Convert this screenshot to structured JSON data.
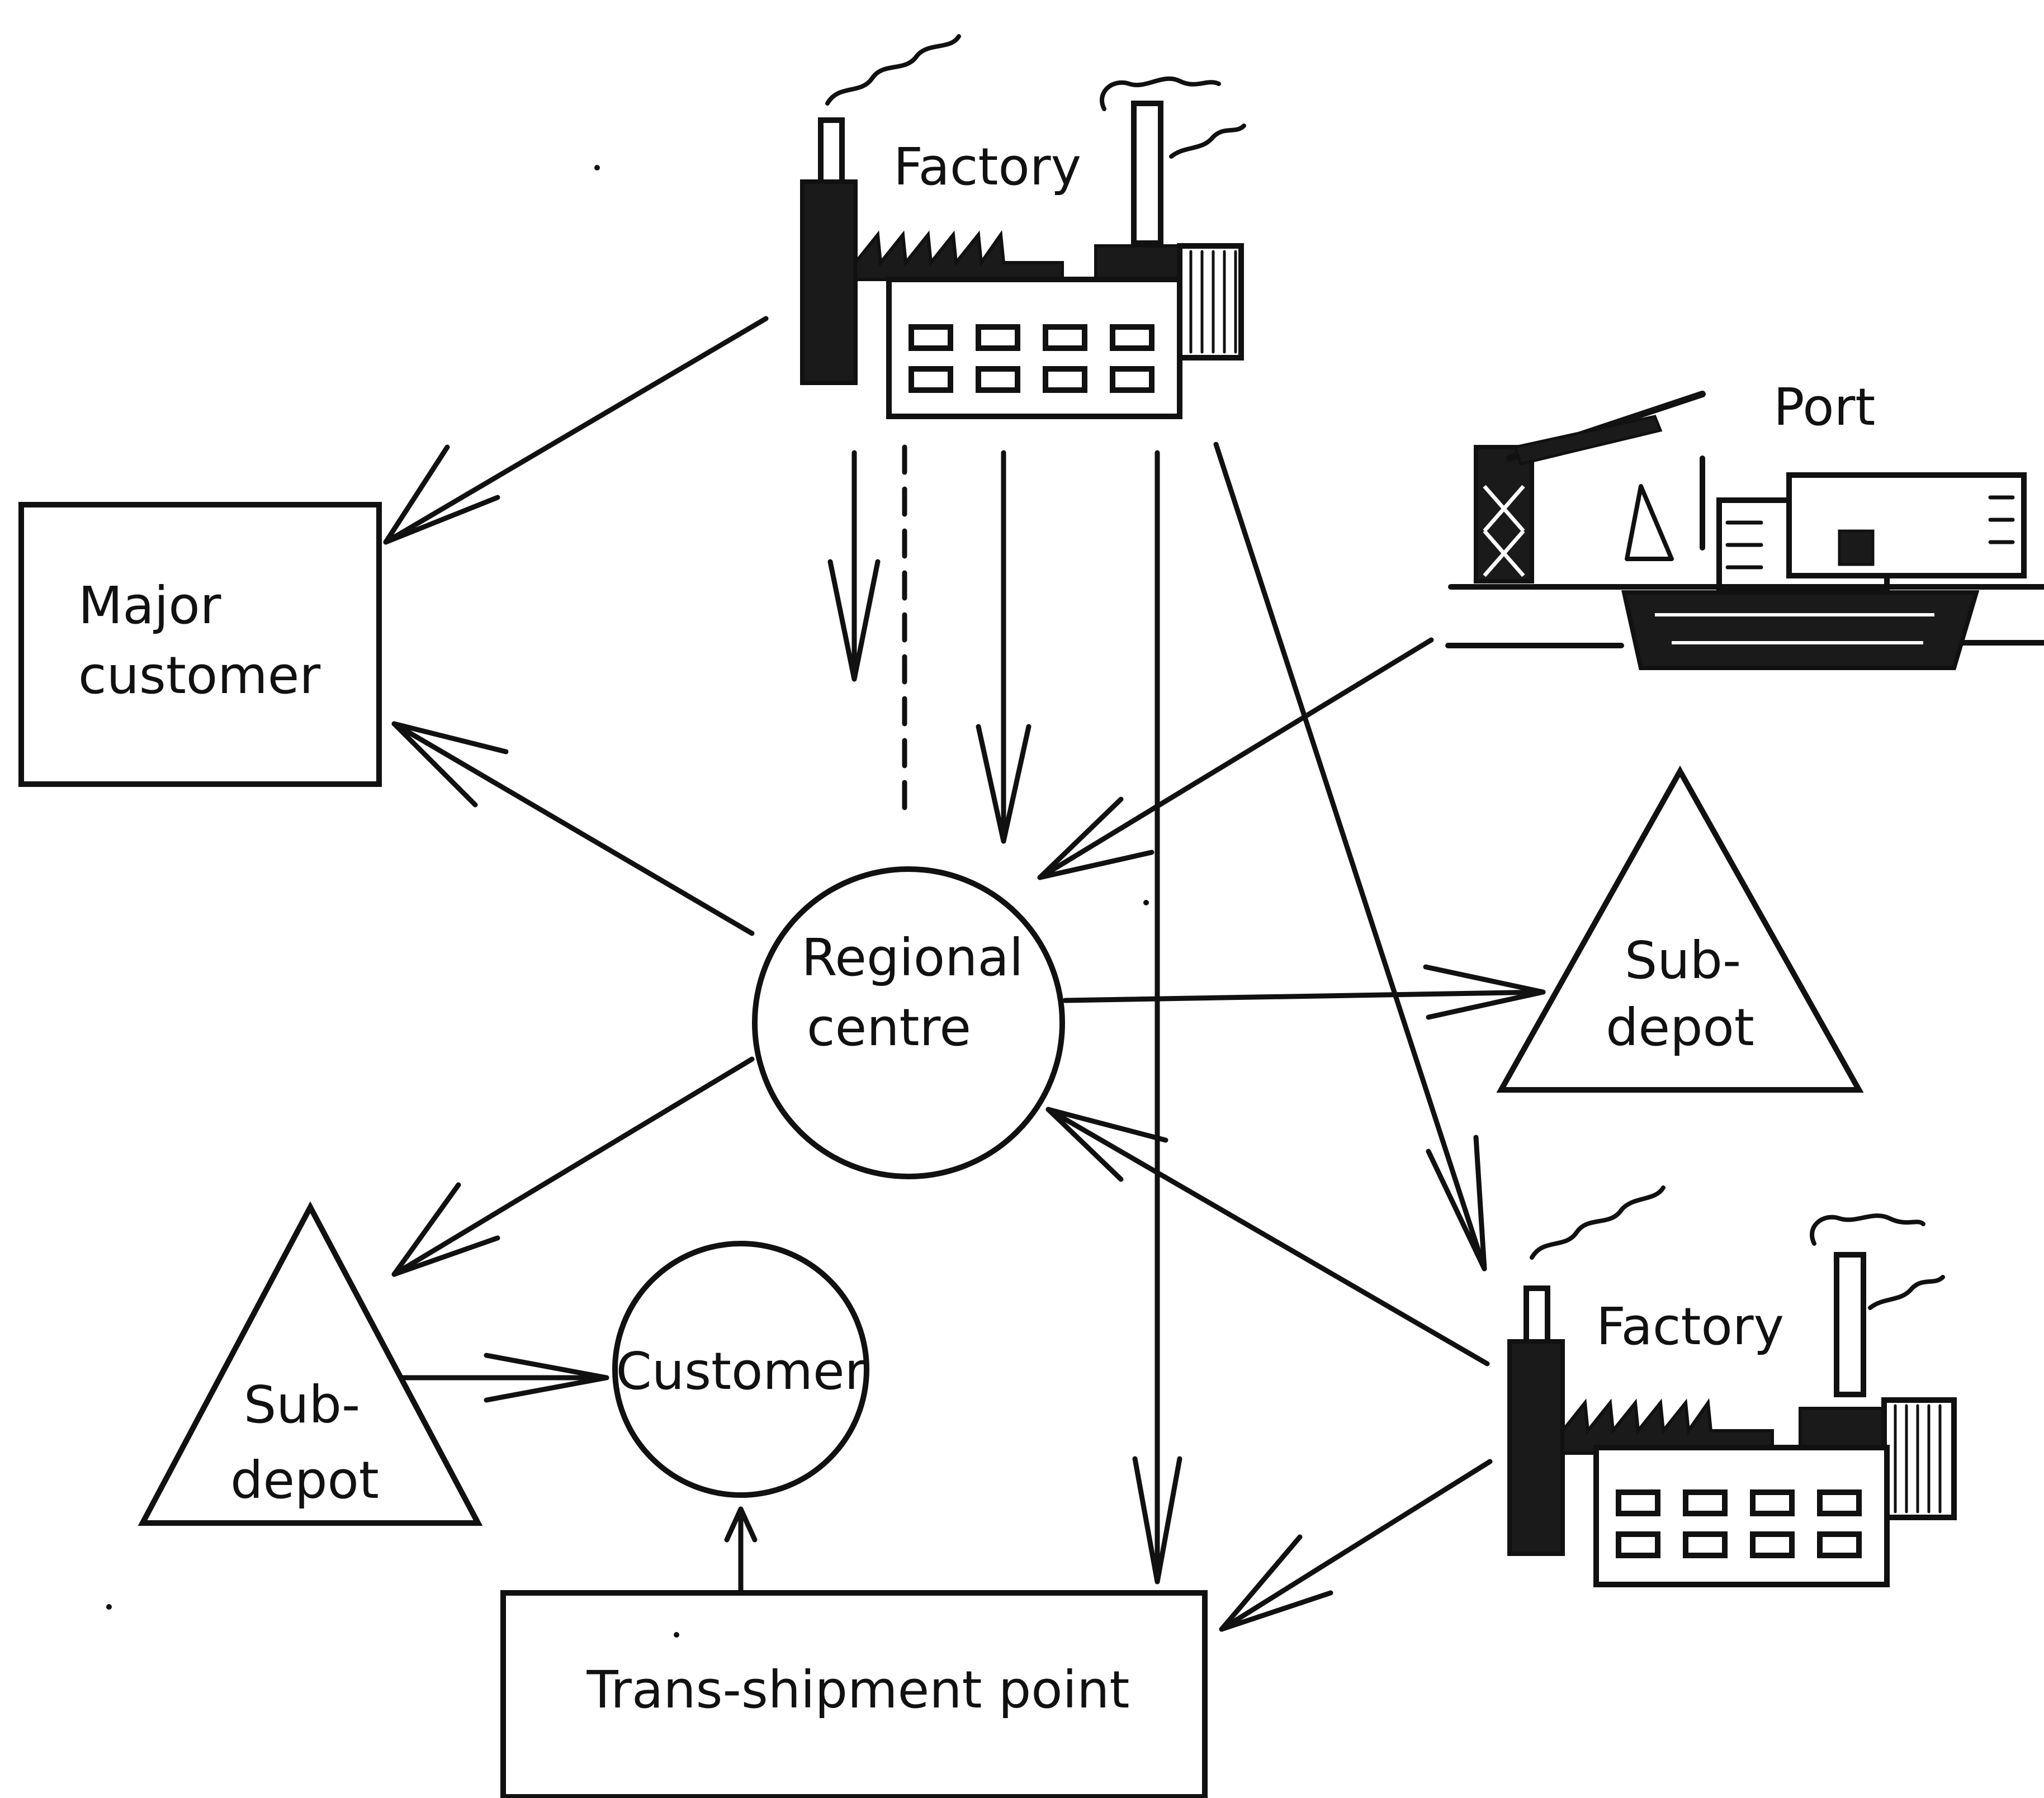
{
  "nodes": {
    "factory_top": {
      "label": "Factory"
    },
    "port": {
      "label": "Port"
    },
    "major_customer": {
      "line1": "Major",
      "line2": "customer"
    },
    "regional_centre": {
      "line1": "Regional",
      "line2": "centre"
    },
    "sub_depot_right": {
      "line1": "Sub-",
      "line2": "depot"
    },
    "sub_depot_left": {
      "line1": "Sub-",
      "line2": "depot"
    },
    "customer": {
      "label": "Customer"
    },
    "factory_bottom": {
      "label": "Factory"
    },
    "trans_shipment": {
      "label": "Trans-shipment point"
    }
  },
  "edges": [
    {
      "from": "Factory",
      "to": "Major customer"
    },
    {
      "from": "Factory",
      "to": "Regional centre"
    },
    {
      "from": "Factory",
      "to": "Regional centre",
      "style": "dashed"
    },
    {
      "from": "Factory",
      "to": "Regional centre"
    },
    {
      "from": "Factory",
      "to": "Trans-shipment point"
    },
    {
      "from": "Factory",
      "to": "Factory"
    },
    {
      "from": "Port",
      "to": "Regional centre"
    },
    {
      "from": "Regional centre",
      "to": "Major customer"
    },
    {
      "from": "Regional centre",
      "to": "Sub-depot"
    },
    {
      "from": "Regional centre",
      "to": "Sub-depot"
    },
    {
      "from": "Factory",
      "to": "Regional centre"
    },
    {
      "from": "Sub-depot",
      "to": "Customer"
    },
    {
      "from": "Trans-shipment point",
      "to": "Customer"
    },
    {
      "from": "Factory",
      "to": "Trans-shipment point"
    }
  ]
}
